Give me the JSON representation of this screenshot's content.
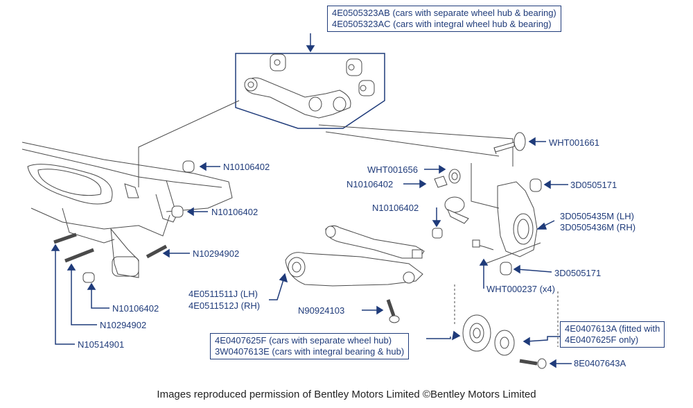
{
  "colors": {
    "accent": "#1f3b7a",
    "line": "#4a4a4a",
    "part": "#ffffff"
  },
  "boxes": {
    "upper_arm": {
      "line1": "4E0505323AB (cars with separate wheel hub & bearing)",
      "line2": "4E0505323AC (cars with integral wheel hub & bearing)"
    },
    "wheel_hub": {
      "line1": "4E0407625F (cars with separate wheel hub)",
      "line2": "3W0407613E (cars with integral bearing & hub)"
    },
    "hub_fitted": {
      "line1": "4E0407613A (fitted with",
      "line2": "4E0407625F only)"
    }
  },
  "labels": {
    "wht001661": "WHT001661",
    "wht001656": "WHT001656",
    "n10106402_mid": "N10106402",
    "d3_0505171_top": "3D0505171",
    "n10106402_arm": "N10106402",
    "d3_0505435m": "3D0505435M (LH)",
    "d3_0505436m": "3D0505436M (RH)",
    "d3_0505171_bot": "3D0505171",
    "wht000237": "WHT000237 (x4)",
    "e4_0511511j": "4E0511511J (LH)",
    "e4_0511512j": "4E0511512J (RH)",
    "n90924103": "N90924103",
    "n10106402_sub1": "N10106402",
    "n10106402_sub2": "N10106402",
    "n10294902_sub": "N10294902",
    "n10106402_bottom": "N10106402",
    "n10294902_bottom": "N10294902",
    "n10514901": "N10514901",
    "e8_0407643a": "8E0407643A"
  },
  "caption": "Images reproduced permission of Bentley Motors Limited ©Bentley Motors Limited"
}
